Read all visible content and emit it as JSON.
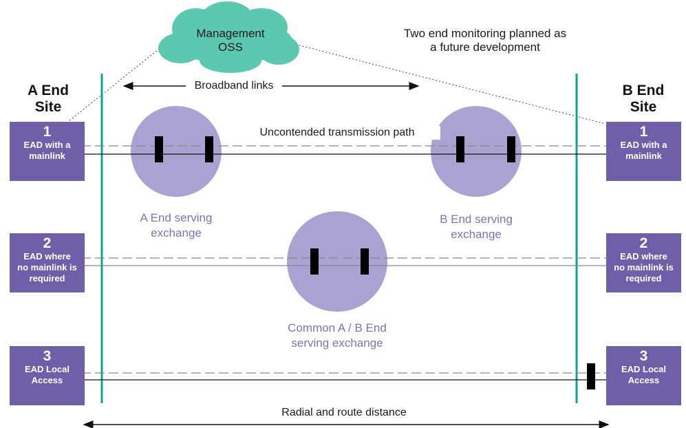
{
  "management": {
    "label_line1": "Management",
    "label_line2": "OSS"
  },
  "note": {
    "line1": "Two end monitoring planned as",
    "line2": "a future development"
  },
  "broadband_label": "Broadband links",
  "path_label": "Uncontended transmission path",
  "distance_label": "Radial and route distance",
  "a_end": {
    "title_line1": "A End",
    "title_line2": "Site"
  },
  "b_end": {
    "title_line1": "B End",
    "title_line2": "Site"
  },
  "sites": [
    {
      "number": "1",
      "line1": "EAD with a",
      "line2": "mainlink",
      "line3": ""
    },
    {
      "number": "2",
      "line1": "EAD where",
      "line2": "no mainlink is",
      "line3": "required"
    },
    {
      "number": "3",
      "line1": "EAD Local",
      "line2": "Access",
      "line3": ""
    }
  ],
  "exchanges": {
    "a": {
      "line1": "A End serving",
      "line2": "exchange"
    },
    "b": {
      "line1": "B End serving",
      "line2": "exchange"
    },
    "common": {
      "line1": "Common A / B End",
      "line2": "serving exchange"
    }
  },
  "colors": {
    "teal": "#0fa48a",
    "purple": "#6f5fa8",
    "circle": "#aaa3d1",
    "cloud": "#5dc8b0"
  }
}
